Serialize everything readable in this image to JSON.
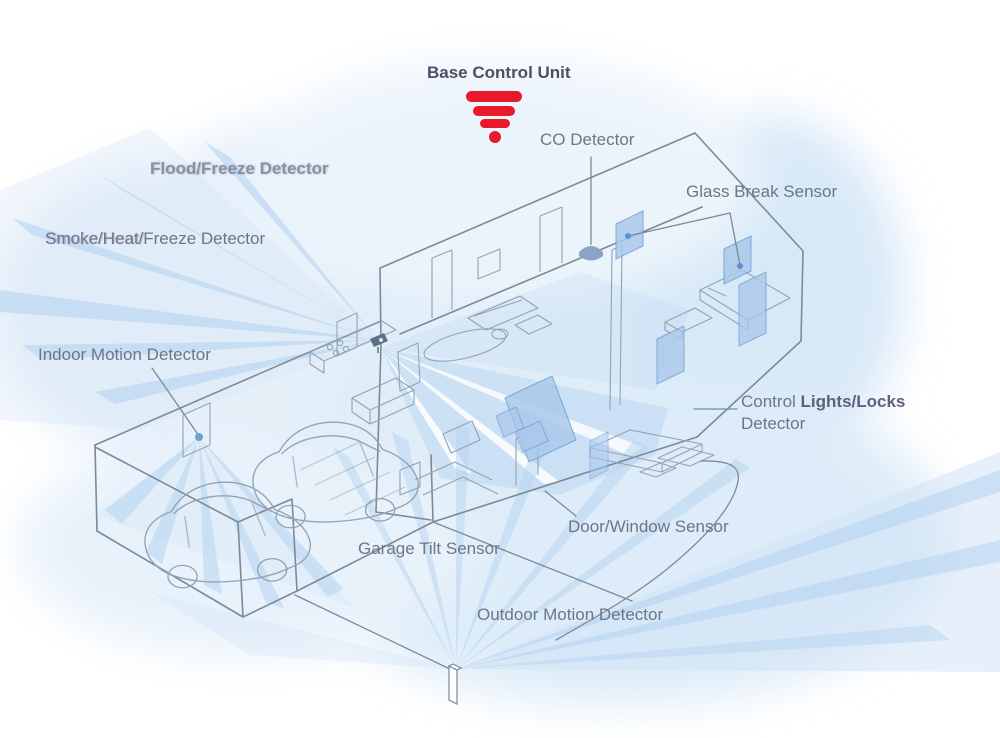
{
  "title": "Home security system coverage diagram",
  "colors": {
    "accent_red": "#e8192b",
    "label_gray": "#6c7686",
    "label_purple": "#4e4e67",
    "line_gray": "#7b8a99",
    "furniture_gray": "#93a3b3",
    "beam_blue": "#b5d3f0",
    "wash_blue": "#cfe2f6",
    "glass_blue": "#aac9eb",
    "glass_stroke": "#6f9cd2",
    "device_blue": "#6f9fd0",
    "glow_blue": "#ddebf8"
  },
  "labels": {
    "base_control_unit": "Base Control Unit",
    "flood_freeze": "Flood/Freeze Detector",
    "smoke_heat_freeze_a": "Smoke/Heat/",
    "smoke_heat_freeze_b": "Freeze Detector",
    "indoor_motion": "Indoor Motion Detector",
    "co_detector": "CO Detector",
    "glass_break": "Glass Break Sensor",
    "control_a": "Control ",
    "control_b": "Lights/Locks",
    "control_line2": "Detector",
    "door_window": "Door/Window Sensor",
    "garage_tilt": "Garage Tilt Sensor",
    "outdoor_motion": "Outdoor Motion Detector"
  },
  "icons": [
    {
      "name": "base-control-unit-icon",
      "meaning": "red signal beacon above house"
    },
    {
      "name": "co-detector-icon",
      "meaning": "ceiling pendant detector"
    },
    {
      "name": "indoor-motion-camera-icon",
      "meaning": "corner-mounted motion camera"
    },
    {
      "name": "indoor-motion-sensor-dot-icon",
      "meaning": "garage motion sensor point"
    },
    {
      "name": "glass-break-sensor-dot-icon",
      "meaning": "window sensor points"
    },
    {
      "name": "door-sensor-icon",
      "meaning": "door frame sensor strip"
    },
    {
      "name": "outdoor-motion-post-icon",
      "meaning": "outdoor sensor post"
    }
  ]
}
